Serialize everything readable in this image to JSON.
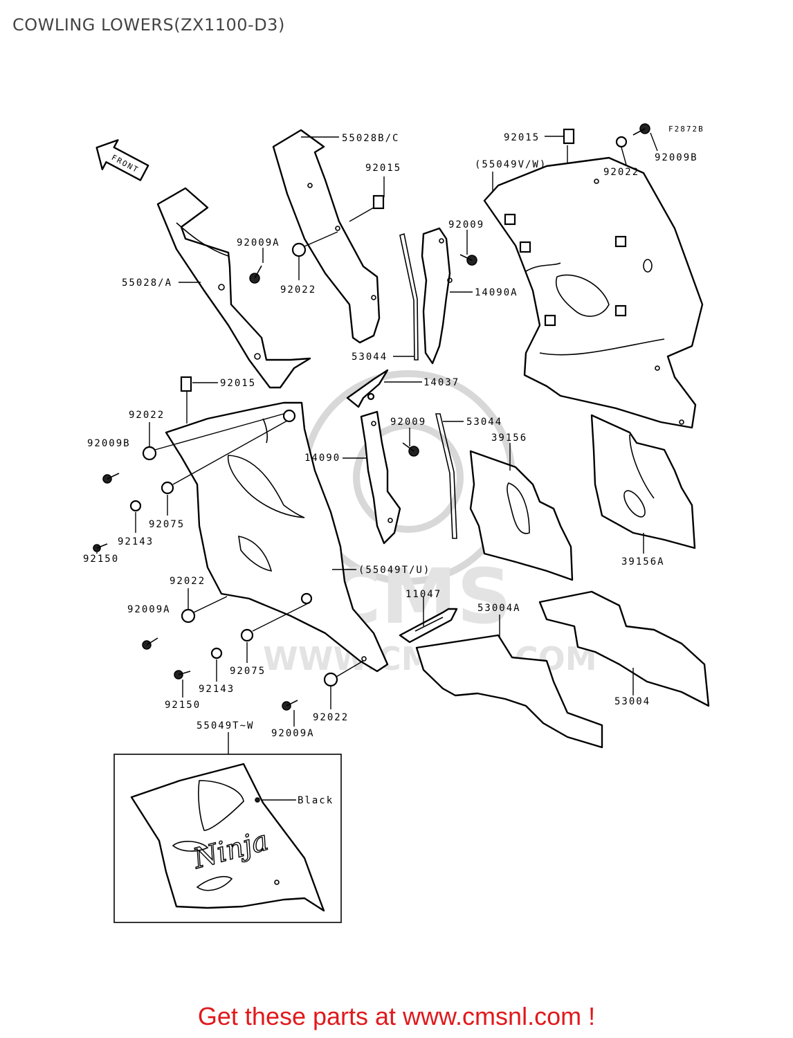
{
  "title": "COWLING LOWERS(ZX1100-D3)",
  "figure_code": "F2872B",
  "front_arrow_label": "FRONT",
  "watermark": "WWW.CMSNL.COM",
  "watermark_logo": "CMS",
  "inset_color_note": "Black",
  "inset_logo_text": "Ninja",
  "footer": "Get these parts at www.cmsnl.com !",
  "labels": {
    "l55028bc": "55028B/C",
    "l92015a": "92015",
    "l92015b": "92015",
    "l55049vw": "(55049V/W)",
    "l92022a": "92022",
    "l92009b_top": "92009B",
    "l92009a_top": "92009A",
    "l92022b": "92022",
    "l55028a": "55028/A",
    "l92009_top": "92009",
    "l14090a": "14090A",
    "l53044a": "53044",
    "l14037": "14037",
    "l92015c": "92015",
    "l92022c": "92022",
    "l92009b_left": "92009B",
    "l92009_mid": "92009",
    "l53044b": "53044",
    "l39156": "39156",
    "l14090": "14090",
    "l92075a": "92075",
    "l92143a": "92143",
    "l92150a": "92150",
    "l39156a": "39156A",
    "l55049tu": "(55049T/U)",
    "l92022d": "92022",
    "l11047": "11047",
    "l53004a": "53004A",
    "l92009a_left": "92009A",
    "l92075b": "92075",
    "l92143b": "92143",
    "l92150b": "92150",
    "l53004": "53004",
    "l92022e": "92022",
    "l92009a_bot": "92009A",
    "l55049tw": "55049T~W"
  }
}
